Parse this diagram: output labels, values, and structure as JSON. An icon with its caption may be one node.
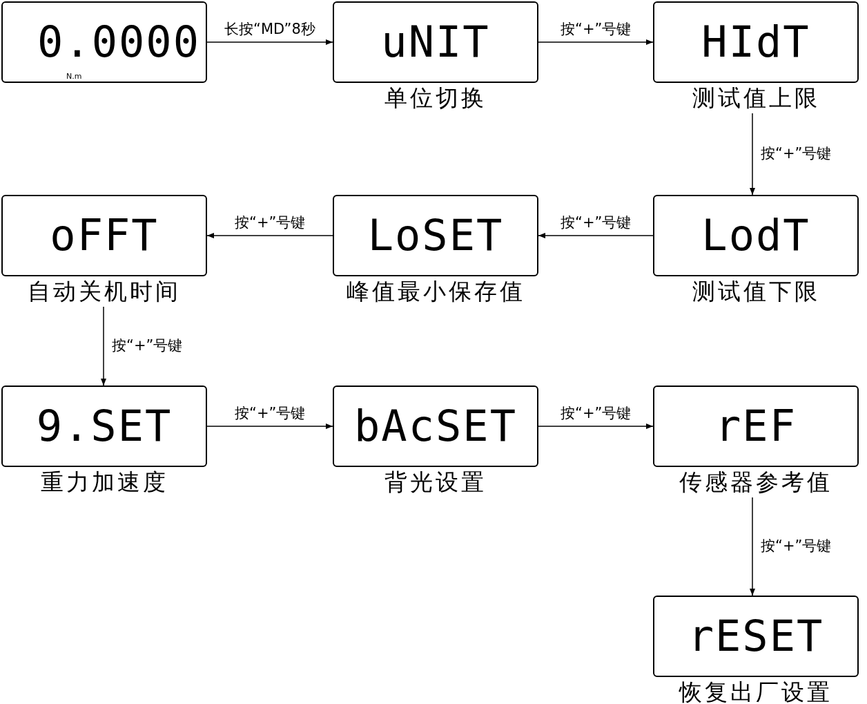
{
  "diagram": {
    "nodes": [
      {
        "text": [
          "0.0000",
          "N.m"
        ]
      },
      {
        "text": [
          "uNIT",
          "单位切换"
        ]
      },
      {
        "text": [
          "HIdT",
          "测试值上限"
        ]
      },
      {
        "text": [
          "LodT",
          "测试值下限"
        ]
      },
      {
        "text": [
          "LoSET",
          "峰值最小保存值"
        ]
      },
      {
        "text": [
          "oFFT",
          "自动关机时间"
        ]
      },
      {
        "text": [
          "9.SET",
          "重力加速度"
        ]
      },
      {
        "text": [
          "bAcSET",
          "背光设置"
        ]
      },
      {
        "text": [
          "rEF",
          "传感器参考值"
        ]
      },
      {
        "text": [
          "rESET",
          "恢复出厂设置"
        ]
      }
    ],
    "edges": [
      {
        "from": 0,
        "to": 1,
        "arrow": "to",
        "label": "长按“MD”8秒"
      },
      {
        "from": 1,
        "to": 2,
        "arrow": "to",
        "label": "按“+”号键"
      },
      {
        "from": 2,
        "to": 3,
        "arrow": "to",
        "label": "按“+”号键"
      },
      {
        "from": 3,
        "to": 4,
        "arrow": "to",
        "label": "按“+”号键"
      },
      {
        "from": 4,
        "to": 5,
        "arrow": "to",
        "label": "按“+”号键"
      },
      {
        "from": 5,
        "to": 6,
        "arrow": "to",
        "label": "按“+”号键"
      },
      {
        "from": 6,
        "to": 7,
        "arrow": "to",
        "label": "按“+”号键"
      },
      {
        "from": 7,
        "to": 8,
        "arrow": "to",
        "label": "按“+”号键"
      },
      {
        "from": 8,
        "to": 9,
        "arrow": "to",
        "label": "按“+”号键"
      }
    ]
  }
}
